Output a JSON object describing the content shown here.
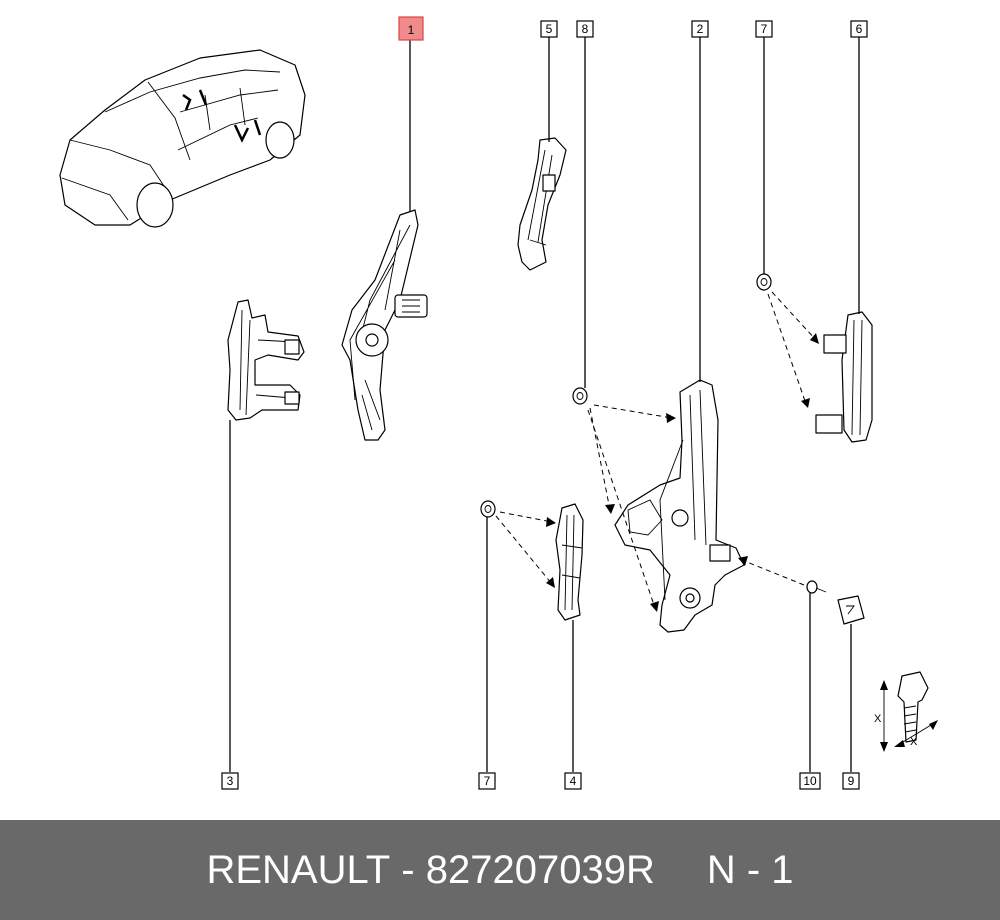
{
  "callouts": {
    "c1": "1",
    "c2": "2",
    "c3": "3",
    "c4": "4",
    "c5": "5",
    "c6": "6",
    "c7a": "7",
    "c7b": "7",
    "c8": "8",
    "c9": "9",
    "c10": "10"
  },
  "dimension_labels": {
    "x1": "X",
    "x2": "X"
  },
  "footer": {
    "brand": "RENAULT",
    "separator": " - ",
    "part_number": "827207039R",
    "page": "N - 1"
  },
  "colors": {
    "footer_bg": "#696969",
    "highlight_callout": "#f08b8b"
  }
}
